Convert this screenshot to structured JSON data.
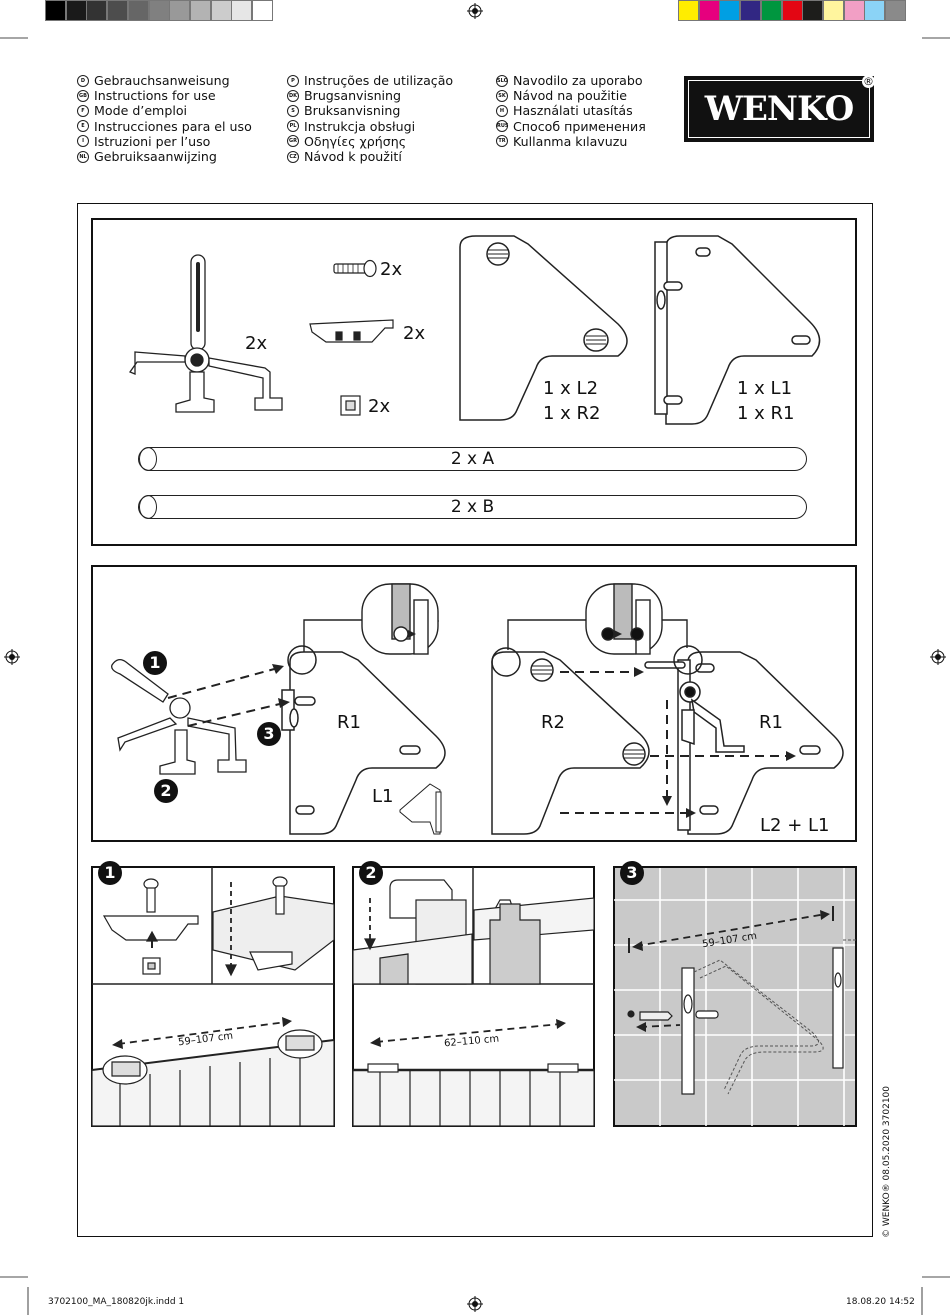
{
  "color_bar": {
    "grays": [
      "#000000",
      "#1a1a1a",
      "#333333",
      "#4d4d4d",
      "#666666",
      "#808080",
      "#999999",
      "#b3b3b3",
      "#cccccc",
      "#e6e6e6",
      "#ffffff"
    ],
    "colors": [
      "#ffed00",
      "#e6007e",
      "#009fe3",
      "#312783",
      "#00963f",
      "#e30613",
      "#1d1d1b",
      "#fff59e",
      "#f29fc5",
      "#8bd3f6",
      "#8a8a8a"
    ]
  },
  "languages": {
    "col1": [
      {
        "code": "D",
        "text": "Gebrauchsanweisung"
      },
      {
        "code": "GB",
        "text": "Instructions for use"
      },
      {
        "code": "F",
        "text": "Mode d’emploi"
      },
      {
        "code": "E",
        "text": "Instrucciones para el uso"
      },
      {
        "code": "I",
        "text": "Istruzioni per l’uso"
      },
      {
        "code": "NL",
        "text": "Gebruiksaanwijzing"
      }
    ],
    "col2": [
      {
        "code": "P",
        "text": "Instruções de utilização"
      },
      {
        "code": "DK",
        "text": "Brugsanvisning"
      },
      {
        "code": "S",
        "text": "Bruksanvisning"
      },
      {
        "code": "PL",
        "text": "Instrukcja obsługi"
      },
      {
        "code": "GR",
        "text": "Οδηγίες χρήσης"
      },
      {
        "code": "CZ",
        "text": "Návod k použití"
      }
    ],
    "col3": [
      {
        "code": "SLO",
        "text": "Navodilo za uporabo"
      },
      {
        "code": "SK",
        "text": "Návod na použitie"
      },
      {
        "code": "H",
        "text": "Használati utasítás"
      },
      {
        "code": "RUS",
        "text": "Способ применения"
      },
      {
        "code": "TR",
        "text": "Kullanma kılavuzu"
      }
    ]
  },
  "logo": {
    "text": "WENKO",
    "reg": "®"
  },
  "parts": {
    "bracket_qty": "2x",
    "screw_qty": "2x",
    "clip_qty": "2x",
    "nut_qty": "2x",
    "cap_l2": "1 x L2",
    "cap_r2": "1 x R2",
    "cap_l1": "1 x L1",
    "cap_r1": "1 x R1",
    "rod_a": "2 x A",
    "rod_b": "2 x B"
  },
  "assembly": {
    "step1": "1",
    "step2": "2",
    "step3": "3",
    "r1_left": "R1",
    "l1": "L1",
    "r2": "R2",
    "r1_right": "R1",
    "l2_l1": "L2 + L1"
  },
  "install": {
    "panel1_step": "1",
    "panel1_range": "59–107 cm",
    "panel2_step": "2",
    "panel2_range": "62–110 cm",
    "panel3_step": "3",
    "panel3_range": "59–107 cm"
  },
  "copyright": "© WENKO® 08.05.2020 3702100",
  "footer": {
    "left": "3702100_MA_180820jk.indd   1",
    "right": "18.08.20   14:52"
  }
}
